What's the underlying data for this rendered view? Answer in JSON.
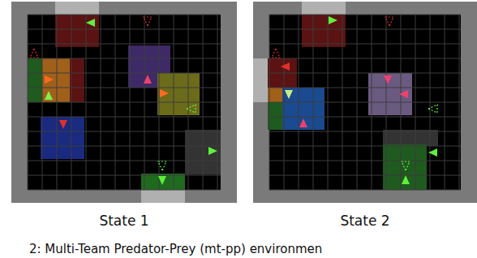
{
  "diagram": {
    "caption": "2: Multi-Team Predator-Prey (mt-pp) environmen",
    "labels": [
      "State 1",
      "State 2"
    ]
  }
}
